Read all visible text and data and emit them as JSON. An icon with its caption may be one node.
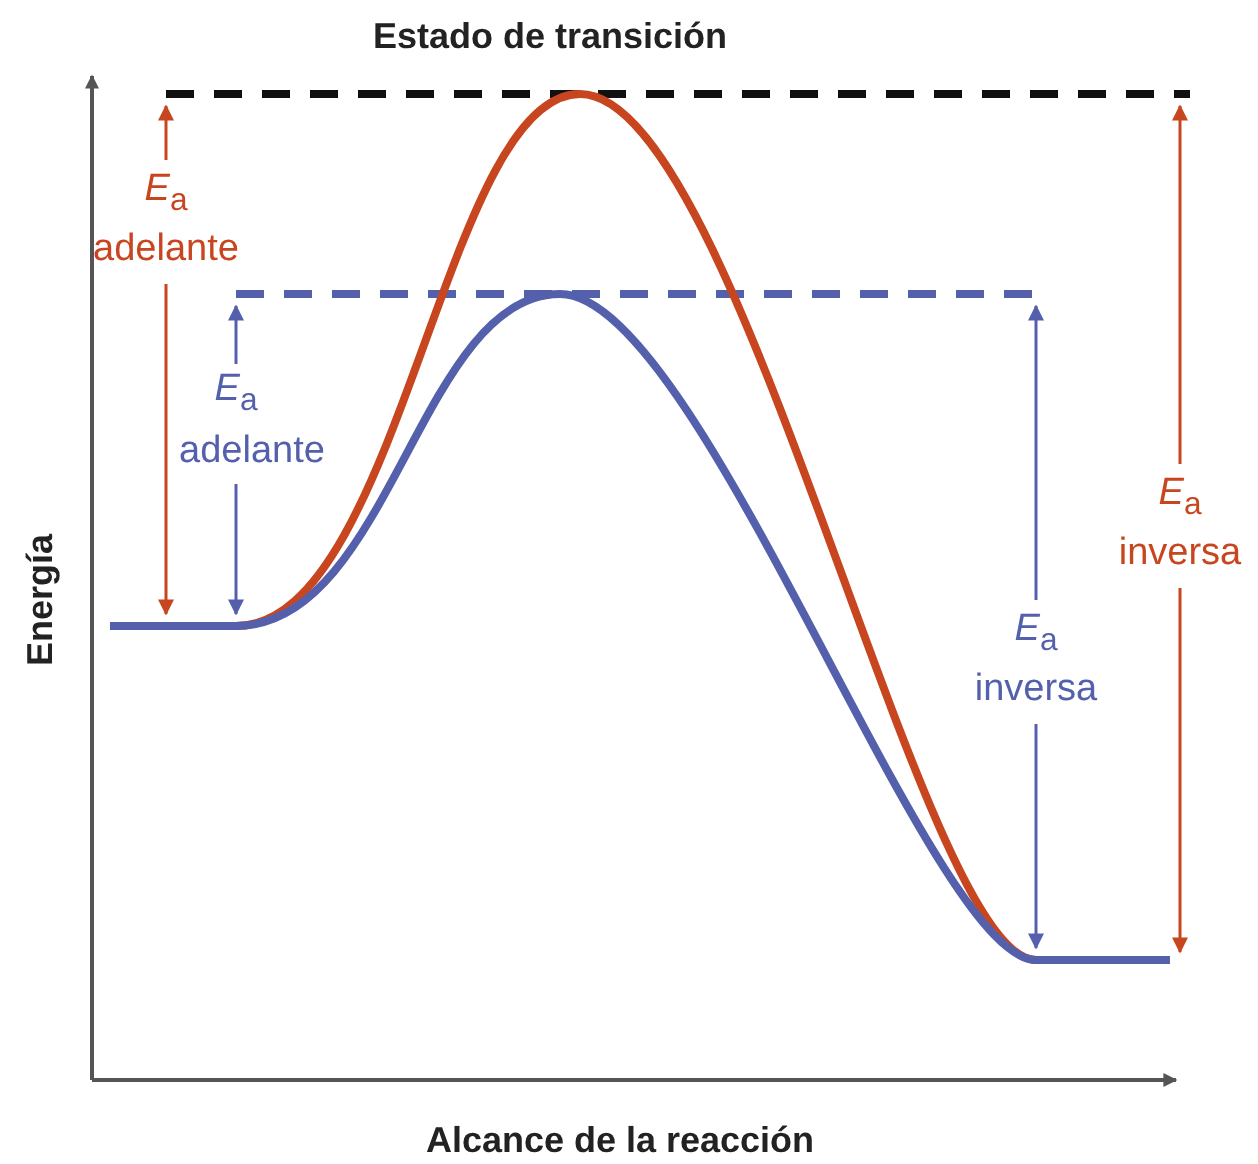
{
  "diagram": {
    "title": "Estado de transición",
    "labels": [
      "*E*$_{a}$",
      "adelante",
      "*E*$_{a}$",
      "adelante",
      "Energía",
      "*E*$_{a}$",
      "inversa",
      "*E*$_{a}$",
      "inversa",
      "Alcance de la reacción"
    ]
  }
}
